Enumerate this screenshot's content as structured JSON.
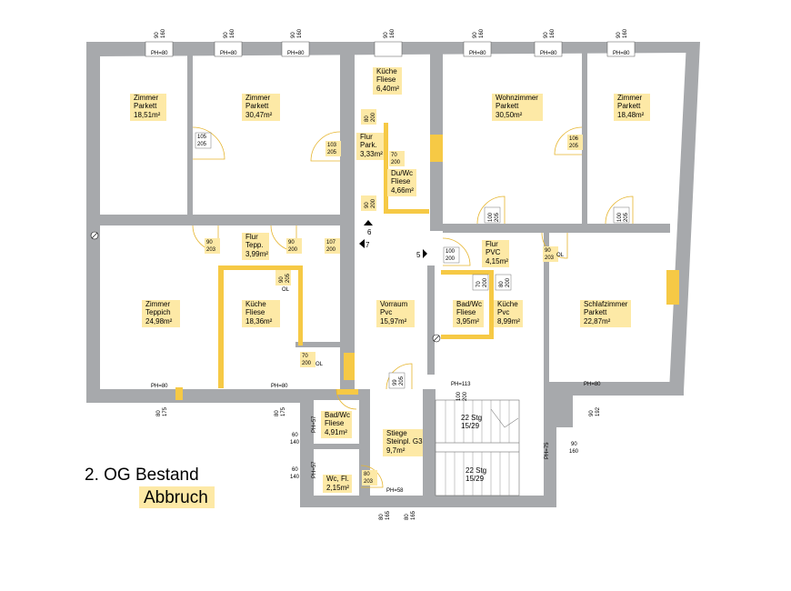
{
  "title": "2. OG Bestand",
  "subtitle": "Abbruch",
  "rooms": [
    {
      "id": "zimmer1",
      "name": "Zimmer",
      "floor": "Parkett",
      "area": "18,51m²"
    },
    {
      "id": "zimmer2",
      "name": "Zimmer",
      "floor": "Parkett",
      "area": "30,47m²"
    },
    {
      "id": "kueche-top",
      "name": "Küche",
      "floor": "Fliese",
      "area": "6,40m²"
    },
    {
      "id": "flur-park",
      "name": "Flur",
      "floor": "Park.",
      "area": "3,33m²"
    },
    {
      "id": "du-wc",
      "name": "Du/Wc",
      "floor": "Fliese",
      "area": "4,66m²"
    },
    {
      "id": "wohnzimmer",
      "name": "Wohnzimmer",
      "floor": "Parkett",
      "area": "30,50m²"
    },
    {
      "id": "zimmer3",
      "name": "Zimmer",
      "floor": "Parkett",
      "area": "18,48m²"
    },
    {
      "id": "flur-tepp",
      "name": "Flur",
      "floor": "Tepp.",
      "area": "3,99m²"
    },
    {
      "id": "flur-pvc",
      "name": "Flur",
      "floor": "PVC",
      "area": "4,15m²"
    },
    {
      "id": "zimmer-teppich",
      "name": "Zimmer",
      "floor": "Teppich",
      "area": "24,98m²"
    },
    {
      "id": "kueche-left",
      "name": "Küche",
      "floor": "Fliese",
      "area": "18,36m²"
    },
    {
      "id": "vorraum",
      "name": "Vorraum",
      "floor": "Pvc",
      "area": "15,97m²"
    },
    {
      "id": "bad-wc-right",
      "name": "Bad/Wc",
      "floor": "Fliese",
      "area": "3,95m²"
    },
    {
      "id": "kueche-pvc",
      "name": "Küche",
      "floor": "Pvc",
      "area": "8,99m²"
    },
    {
      "id": "schlafzimmer",
      "name": "Schlafzimmer",
      "floor": "Parkett",
      "area": "22,87m²"
    },
    {
      "id": "bad-wc-left",
      "name": "Bad/Wc",
      "floor": "Fliese",
      "area": "4,91m²"
    },
    {
      "id": "stiege",
      "name": "Stiege",
      "floor": "Steinpl. G3",
      "area": "9,7m²"
    },
    {
      "id": "wc",
      "name": "Wc, Fl.",
      "floor": "",
      "area": "2,15m²"
    }
  ],
  "stairs": [
    {
      "id": "stair-upper",
      "line1": "22 Stg",
      "line2": "15/29"
    },
    {
      "id": "stair-lower",
      "line1": "22 Stg",
      "line2": "15/29"
    }
  ],
  "window_labels": [
    "PH=80",
    "PH=80",
    "PH=80",
    "PH=80",
    "PH=80",
    "PH=80",
    "PH=80",
    "PH=113",
    "PH=80",
    "PH=80",
    "PH=58",
    "PH=75",
    "PH=57",
    "PH=57"
  ],
  "window_dims_top": [
    {
      "a": "90",
      "b": "160"
    },
    {
      "a": "90",
      "b": "160"
    },
    {
      "a": "90",
      "b": "160"
    },
    {
      "a": "90",
      "b": "160"
    },
    {
      "a": "90",
      "b": "160"
    },
    {
      "a": "90",
      "b": "160"
    },
    {
      "a": "90",
      "b": "160"
    }
  ],
  "door_dims": [
    {
      "a": "105",
      "b": "205"
    },
    {
      "a": "103",
      "b": "205"
    },
    {
      "a": "80",
      "b": "200"
    },
    {
      "a": "70",
      "b": "200"
    },
    {
      "a": "90",
      "b": "200"
    },
    {
      "a": "106",
      "b": "205"
    },
    {
      "a": "100",
      "b": "205"
    },
    {
      "a": "100",
      "b": "205"
    },
    {
      "a": "90",
      "b": "203"
    },
    {
      "a": "90",
      "b": "200"
    },
    {
      "a": "107",
      "b": "200"
    },
    {
      "a": "100",
      "b": "200"
    },
    {
      "a": "90",
      "b": "203"
    },
    {
      "a": "90",
      "b": "205"
    },
    {
      "a": "70",
      "b": "200"
    },
    {
      "a": "80",
      "b": "200"
    },
    {
      "a": "70",
      "b": "200"
    },
    {
      "a": "99",
      "b": "205"
    },
    {
      "a": "80",
      "b": "203"
    }
  ],
  "window_dims_other": [
    {
      "a": "60",
      "b": "140"
    },
    {
      "a": "60",
      "b": "140"
    },
    {
      "a": "80",
      "b": "175"
    },
    {
      "a": "80",
      "b": "175"
    },
    {
      "a": "90",
      "b": "192"
    },
    {
      "a": "90",
      "b": "160"
    },
    {
      "a": "80",
      "b": "165"
    },
    {
      "a": "80",
      "b": "165"
    },
    {
      "a": "100",
      "b": "200"
    }
  ],
  "markers": [
    "6",
    "7",
    "5"
  ],
  "small_tags": [
    "OL",
    "OL",
    "OL"
  ],
  "colors": {
    "wall": "#a7a9ac",
    "demolition": "#f6c945",
    "label_highlight": "#fde9a6"
  }
}
